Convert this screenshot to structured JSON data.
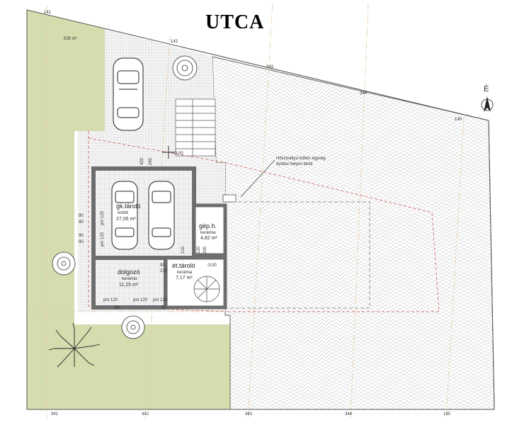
{
  "title": "UTCA",
  "north_label": "É",
  "area": "538 m²",
  "annotation": {
    "line1": "Hőszivattyú kültéri egység",
    "line2": "építési helyen belül"
  },
  "level_top": "-3,00",
  "level_stair": "-3,00",
  "rooms": {
    "garage": {
      "name": "gk.tároló",
      "material": "öntött",
      "area": "27,06 m²"
    },
    "machine": {
      "name": "gép.h.",
      "material": "kerámia",
      "area": "4,82 m²"
    },
    "office": {
      "name": "dolgozó",
      "material": "kerámia",
      "area": "11,25 m²"
    },
    "storage": {
      "name": "ét.tároló",
      "material": "kerámia",
      "area": "7,17 m²"
    }
  },
  "grid_top": [
    "141",
    "142",
    "343",
    "344",
    "145"
  ],
  "grid_bottom": [
    "341",
    "442",
    "443",
    "344",
    "145"
  ],
  "dims": {
    "d420": "420",
    "d240": "240",
    "d90a": "90",
    "d90b": "90",
    "d90c": "90",
    "d90d": "90",
    "pm120a": "pm 120",
    "pm120b": "pm 120",
    "pm120c": "pm 120",
    "pm120d": "pm 120",
    "pm120e": "pm 120",
    "d210a": "210",
    "d210b": "210",
    "d90e": "90",
    "d200": "200",
    "d120": "120",
    "d90f": "90",
    "d90g": "90"
  },
  "colors": {
    "lawn": "#d5dcae",
    "paving_line": "#c8c8c8",
    "dotted": "#e3e3e3",
    "wall": "#6d6d6d",
    "red_dash": "#d04040",
    "grid_line": "#e6cba8"
  }
}
